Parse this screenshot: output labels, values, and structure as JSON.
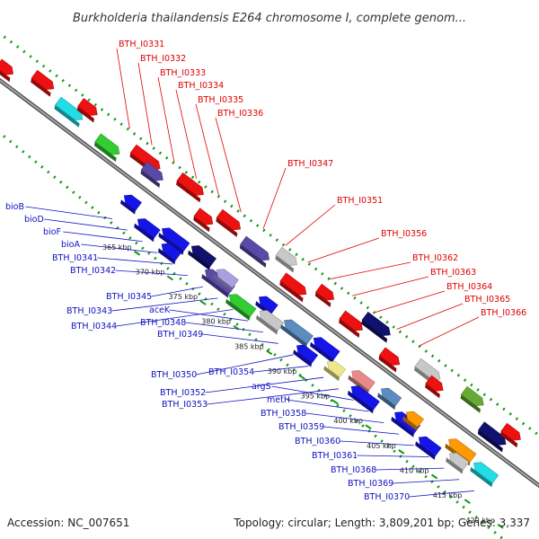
{
  "title": "Burkholderia thailandensis E264 chromosome I, complete genom...",
  "footer": {
    "accession": "Accession: NC_007651",
    "topology": "Topology: circular; Length: 3,809,201 bp; Genes: 3,337"
  },
  "colors": {
    "red": "#ee1111",
    "blue": "#1515e8",
    "navy": "#11116e",
    "purple": "#5a4aa8",
    "cyan": "#22dde6",
    "green": "#33cc33",
    "gray": "#c8c8c8",
    "steel": "#5c8cc0",
    "orange": "#ff9900",
    "pink": "#e88a8a",
    "yellow": "#eee888",
    "lavender": "#aaa0e0",
    "olive": "#66aa33",
    "lightblue": "#8fb8e6",
    "red_label": "#e00000",
    "blue_label": "#1010c0",
    "dots": "#119911"
  },
  "ticks": [
    {
      "label": "365 kbp",
      "kbp": 365
    },
    {
      "label": "370 kbp",
      "kbp": 370
    },
    {
      "label": "375 kbp",
      "kbp": 375
    },
    {
      "label": "380 kbp",
      "kbp": 380
    },
    {
      "label": "385 kbp",
      "kbp": 385
    },
    {
      "label": "390 kbp",
      "kbp": 390
    },
    {
      "label": "395 kbp",
      "kbp": 395
    },
    {
      "label": "400 kbp",
      "kbp": 400
    },
    {
      "label": "405 kbp",
      "kbp": 405
    },
    {
      "label": "410 kbp",
      "kbp": 410
    },
    {
      "label": "415 kbp",
      "kbp": 415
    },
    {
      "label": "420 kbp",
      "kbp": 420
    }
  ],
  "labels_forward": [
    "BTH_I0331",
    "BTH_I0332",
    "BTH_I0333",
    "BTH_I0334",
    "BTH_I0335",
    "BTH_I0336",
    "BTH_I0347",
    "BTH_I0351",
    "BTH_I0356",
    "BTH_I0362",
    "BTH_I0363",
    "BTH_I0364",
    "BTH_I0365",
    "BTH_I0366"
  ],
  "labels_reverse": [
    "bioB",
    "bioD",
    "bioF",
    "bioA",
    "BTH_I0341",
    "BTH_I0342",
    "BTH_I0345",
    "BTH_I0343",
    "BTH_I0344",
    "aceK",
    "BTH_I0348",
    "BTH_I0349",
    "BTH_I0350",
    "BTH_I0354",
    "BTH_I0352",
    "BTH_I0353",
    "argS",
    "metH",
    "BTH_I0358",
    "BTH_I0359",
    "BTH_I0360",
    "BTH_I0361",
    "BTH_I0368",
    "BTH_I0369",
    "BTH_I0370"
  ],
  "genes_forward": [
    {
      "c": "red",
      "dir": "fwd"
    },
    {
      "c": "red",
      "dir": "fwd"
    },
    {
      "c": "cyan",
      "dir": "fwd"
    },
    {
      "c": "red",
      "dir": "fwd"
    },
    {
      "c": "green",
      "dir": "fwd"
    },
    {
      "c": "red",
      "dir": "fwd"
    },
    {
      "c": "purple",
      "dir": "fwd"
    },
    {
      "c": "red",
      "dir": "fwd"
    },
    {
      "c": "red",
      "dir": "fwd"
    },
    {
      "c": "red",
      "dir": "fwd"
    },
    {
      "c": "purple",
      "dir": "fwd"
    },
    {
      "c": "gray",
      "dir": "fwd"
    },
    {
      "c": "red",
      "dir": "fwd"
    },
    {
      "c": "red",
      "dir": "fwd"
    },
    {
      "c": "red",
      "dir": "fwd"
    },
    {
      "c": "navy",
      "dir": "fwd"
    },
    {
      "c": "red",
      "dir": "fwd"
    },
    {
      "c": "gray",
      "dir": "fwd"
    },
    {
      "c": "red",
      "dir": "fwd"
    },
    {
      "c": "olive",
      "dir": "fwd"
    },
    {
      "c": "navy",
      "dir": "fwd"
    },
    {
      "c": "red",
      "dir": "fwd"
    }
  ],
  "genes_reverse": [
    {
      "c": "blue",
      "dir": "rev"
    },
    {
      "c": "blue",
      "dir": "rev"
    },
    {
      "c": "blue",
      "dir": "rev"
    },
    {
      "c": "blue",
      "dir": "rev"
    },
    {
      "c": "navy",
      "dir": "rev"
    },
    {
      "c": "purple",
      "dir": "rev"
    },
    {
      "c": "lavender",
      "dir": "rev"
    },
    {
      "c": "green",
      "dir": "rev"
    },
    {
      "c": "blue",
      "dir": "rev"
    },
    {
      "c": "gray",
      "dir": "rev"
    },
    {
      "c": "steel",
      "dir": "rev"
    },
    {
      "c": "blue",
      "dir": "rev"
    },
    {
      "c": "blue",
      "dir": "rev"
    },
    {
      "c": "yellow",
      "dir": "rev"
    },
    {
      "c": "pink",
      "dir": "rev"
    },
    {
      "c": "blue",
      "dir": "rev"
    },
    {
      "c": "steel",
      "dir": "rev"
    },
    {
      "c": "blue",
      "dir": "rev"
    },
    {
      "c": "orange",
      "dir": "rev"
    },
    {
      "c": "blue",
      "dir": "rev"
    },
    {
      "c": "orange",
      "dir": "rev"
    },
    {
      "c": "gray",
      "dir": "rev"
    },
    {
      "c": "cyan",
      "dir": "rev"
    }
  ]
}
